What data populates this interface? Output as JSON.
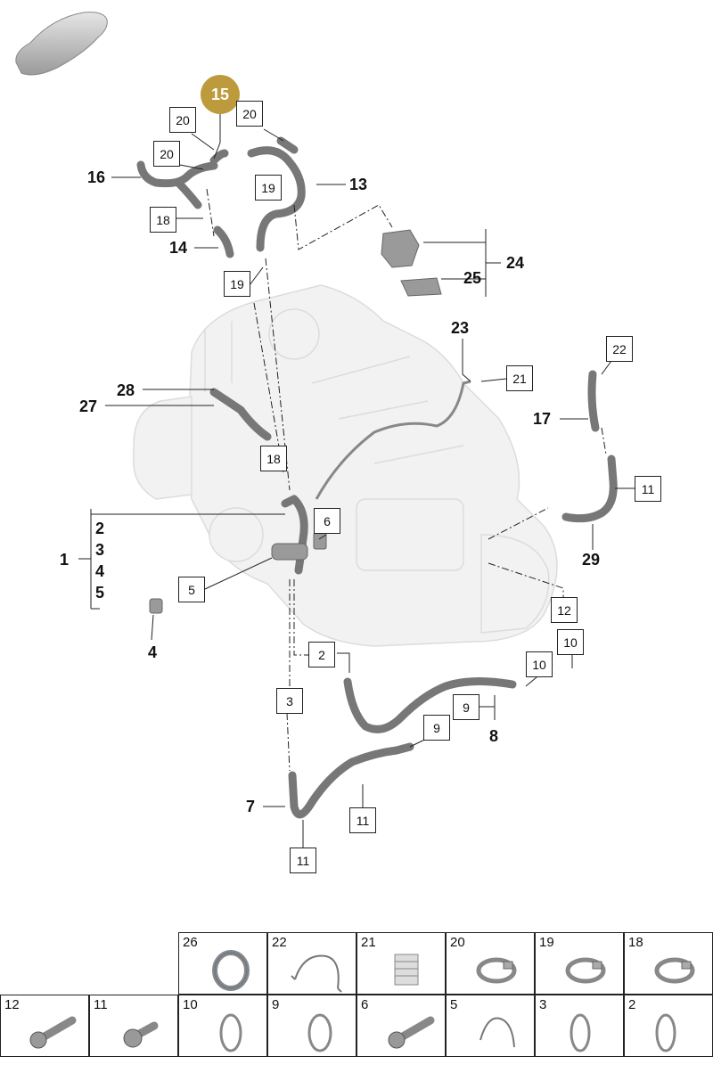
{
  "diagram": {
    "highlighted_item": "15",
    "ref_labels": [
      "16",
      "13",
      "14",
      "24",
      "25",
      "23",
      "28",
      "27",
      "17",
      "1",
      "2",
      "3",
      "4",
      "5",
      "29",
      "8",
      "7",
      "4"
    ],
    "callouts": [
      "20",
      "20",
      "20",
      "19",
      "18",
      "19",
      "21",
      "22",
      "18",
      "6",
      "11",
      "5",
      "12",
      "2",
      "10",
      "10",
      "3",
      "9",
      "9",
      "11",
      "11"
    ]
  },
  "parts_table": {
    "row1": [
      "26",
      "22",
      "21",
      "20",
      "19",
      "18"
    ],
    "row2": [
      "12",
      "11",
      "10",
      "9",
      "6",
      "5",
      "3",
      "2"
    ]
  },
  "icons": {
    "vehicle": "car-silhouette-icon",
    "highlight_color": "#bd9a3c"
  }
}
